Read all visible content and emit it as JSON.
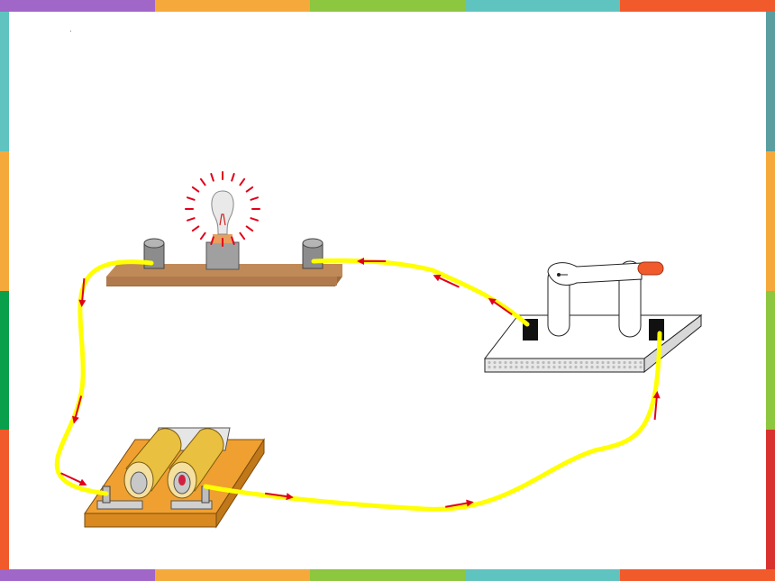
{
  "page": {
    "corner_mark": "·"
  },
  "frame": {
    "top_colors": [
      "#a066c8",
      "#f6a93b",
      "#8dc63f",
      "#5fc4c0",
      "#f15a2b"
    ],
    "left_colors": [
      "#5fc4c0",
      "#f6a93b",
      "#0aa04b",
      "#f15a2b"
    ],
    "right_colors": [
      "#5a9ea0",
      "#f6a93b",
      "#8dc63f",
      "#d9322e"
    ],
    "bottom_colors": [
      "#a066c8",
      "#f6a93b",
      "#8dc63f",
      "#5fc4c0",
      "#f15a2b"
    ]
  },
  "diagram": {
    "components": [
      "bulb-board",
      "battery-holder",
      "switch"
    ],
    "wire_color": "#ffff00",
    "arrow_color": "#e0001a",
    "board_color": "#b07a4c",
    "battery_base_color": "#f0a030",
    "switch_handle_color": "#f15a2b"
  }
}
